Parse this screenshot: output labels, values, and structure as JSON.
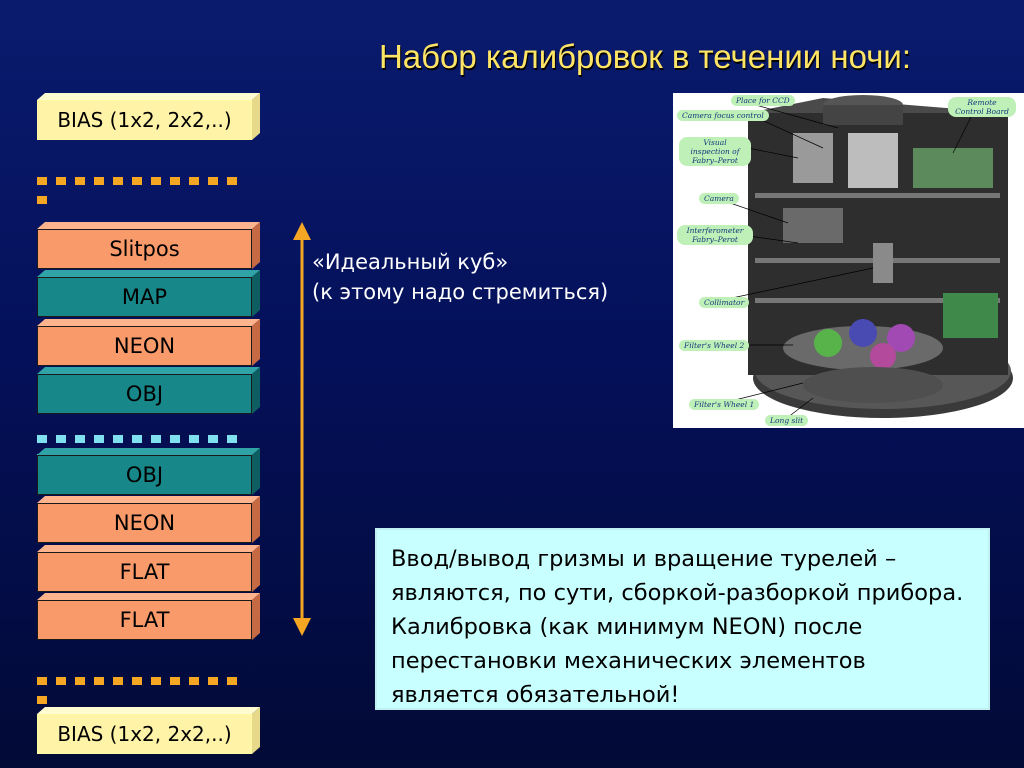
{
  "title": "Набор калибровок в течении ночи:",
  "blocks": {
    "bias_top": "BIAS (1x2, 2x2,..)",
    "slitpos": "Slitpos",
    "map": "MAP",
    "neon1": "NEON",
    "obj1": "OBJ",
    "obj2": "OBJ",
    "neon2": "NEON",
    "flat1": "FLAT",
    "flat2": "FLAT",
    "bias_bottom": "BIAS (1x2, 2x2,..)"
  },
  "cube": {
    "line1": "«Идеальный куб»",
    "line2": "(к этому надо стремиться)"
  },
  "note": "Ввод/вывод гризмы и вращение турелей – являются, по сути, сборкой-разборкой прибора. Калибровка (как минимум NEON) после перестановки механических элементов является обязательной!",
  "diagram_labels": {
    "place_for_ccd": "Place for CCD",
    "camera_focus": "Camera focus control",
    "visual_inspection": "Visual inspection of Fabry–Perot",
    "camera": "Camera",
    "interferometer": "Interferometer Fabry–Perot",
    "collimator": "Collimator",
    "filters_wheel_2": "Filter's Wheel 2",
    "filters_wheel_1": "Filter's Wheel 1",
    "long_slit": "Long slit",
    "remote_control": "Remote Control Board"
  },
  "colors": {
    "title": "#ffe566",
    "orange_block": "#f99a6a",
    "teal_block": "#18878a",
    "yellow_block": "#fff3a8",
    "note_bg": "#c8ffff",
    "arrow": "#f5a623"
  }
}
